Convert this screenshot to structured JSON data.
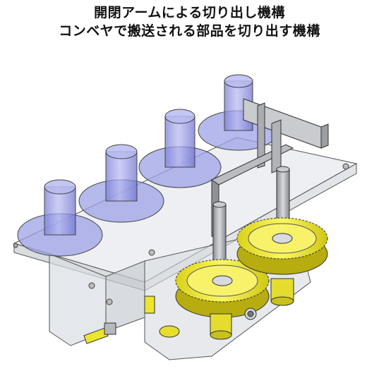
{
  "header": {
    "title": "開閉アームによる切り出し機構",
    "subtitle": "コンベヤで搬送される部品を切り出す機構"
  },
  "colors": {
    "part_blue": "#9ea1e6",
    "part_blue_dark": "#6c70c6",
    "plate_glass": "#dfe3e8",
    "gear_yellow": "#f4ee2a",
    "gear_dark": "#b7ac10",
    "bracket_gray": "#c9cbce",
    "bracket_dark": "#777a80",
    "shaft_gray": "#a8abb0",
    "outline": "#2b2b2b"
  },
  "illustration": {
    "subject": "cutting-mechanism-isometric",
    "parts": [
      "conveyor-plate",
      "part",
      "part",
      "part",
      "part",
      "bracket",
      "shaft",
      "shaft",
      "gear",
      "gear",
      "base-block",
      "fitting"
    ]
  }
}
